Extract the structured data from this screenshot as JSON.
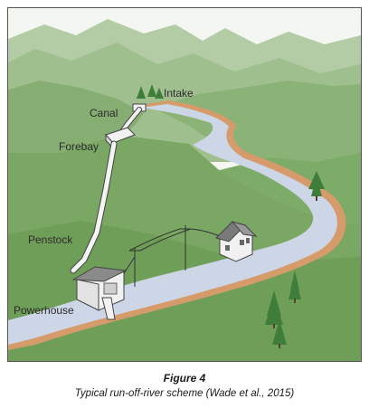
{
  "diagram": {
    "labels": {
      "intake": "Intake",
      "canal": "Canal",
      "forebay": "Forebay",
      "penstock": "Penstock",
      "powerhouse": "Powerhouse"
    }
  },
  "caption": {
    "figure_number": "Figure 4",
    "text": "Typical run-off-river scheme (Wade et al., 2015)"
  },
  "colors": {
    "sky": "#f3f6f1",
    "mountain_far": "#9fbf8f",
    "mountain_near": "#87ad74",
    "valley": "#7fa968",
    "ground": "#73a05c",
    "river": "#cdd6e6",
    "river_bank": "#d69b6a",
    "tree": "#3f7d3a",
    "structure": "#f1f1f1",
    "outline": "#444444"
  }
}
